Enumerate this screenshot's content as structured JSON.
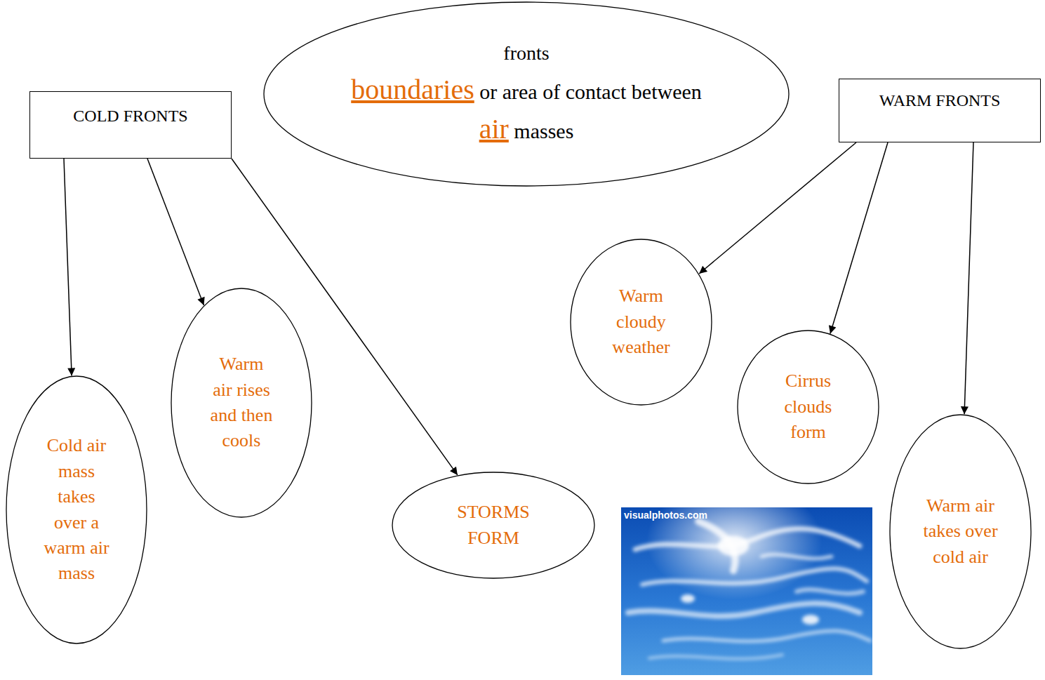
{
  "diagram": {
    "nodes": [
      {
        "text": [
          "COLD FRONTS"
        ]
      },
      {
        "text": [
          "fronts",
          "boundaries or area of contact between air masses"
        ]
      },
      {
        "text": [
          "WARM FRONTS"
        ]
      },
      {
        "text": [
          "Warm cloudy weather"
        ]
      },
      {
        "text": [
          "Warm air rises and then cools"
        ]
      },
      {
        "text": [
          "Cirrus clouds form"
        ]
      },
      {
        "text": [
          "Cold air mass takes over a warm air mass"
        ]
      },
      {
        "text": [
          "Warm air takes over cold air"
        ]
      },
      {
        "text": [
          "STORMS FORM"
        ]
      }
    ],
    "edges": [
      {
        "from": 0,
        "to": 6,
        "arrow": "to"
      },
      {
        "from": 0,
        "to": 4,
        "arrow": "to"
      },
      {
        "from": 0,
        "to": 8,
        "arrow": "to"
      },
      {
        "from": 2,
        "to": 3,
        "arrow": "to"
      },
      {
        "from": 2,
        "to": 5,
        "arrow": "to"
      },
      {
        "from": 2,
        "to": 7,
        "arrow": "to"
      }
    ],
    "labels": [
      "visualphotos.com"
    ]
  }
}
